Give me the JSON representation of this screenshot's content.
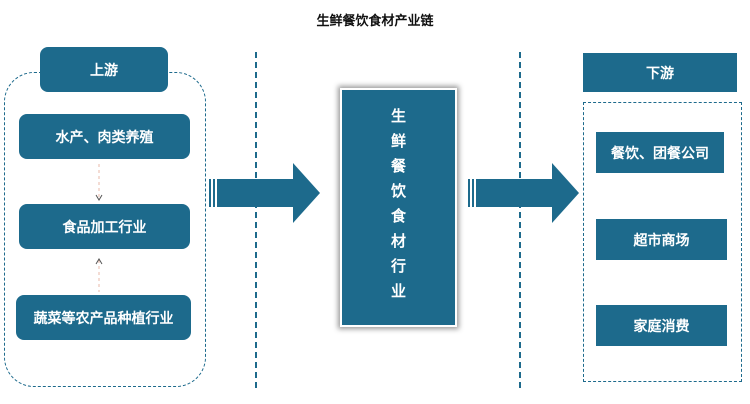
{
  "title": "生鲜餐饮食材产业链",
  "upstream": {
    "label": "上游",
    "items": [
      "水产、肉类养殖",
      "食品加工行业",
      "蔬菜等农产品种植行业"
    ]
  },
  "center": {
    "label": "生鲜餐饮食材行业"
  },
  "downstream": {
    "label": "下游",
    "items": [
      "餐饮、团餐公司",
      "超市商场",
      "家庭消费"
    ]
  },
  "colors": {
    "primary": "#1d6a8c"
  }
}
